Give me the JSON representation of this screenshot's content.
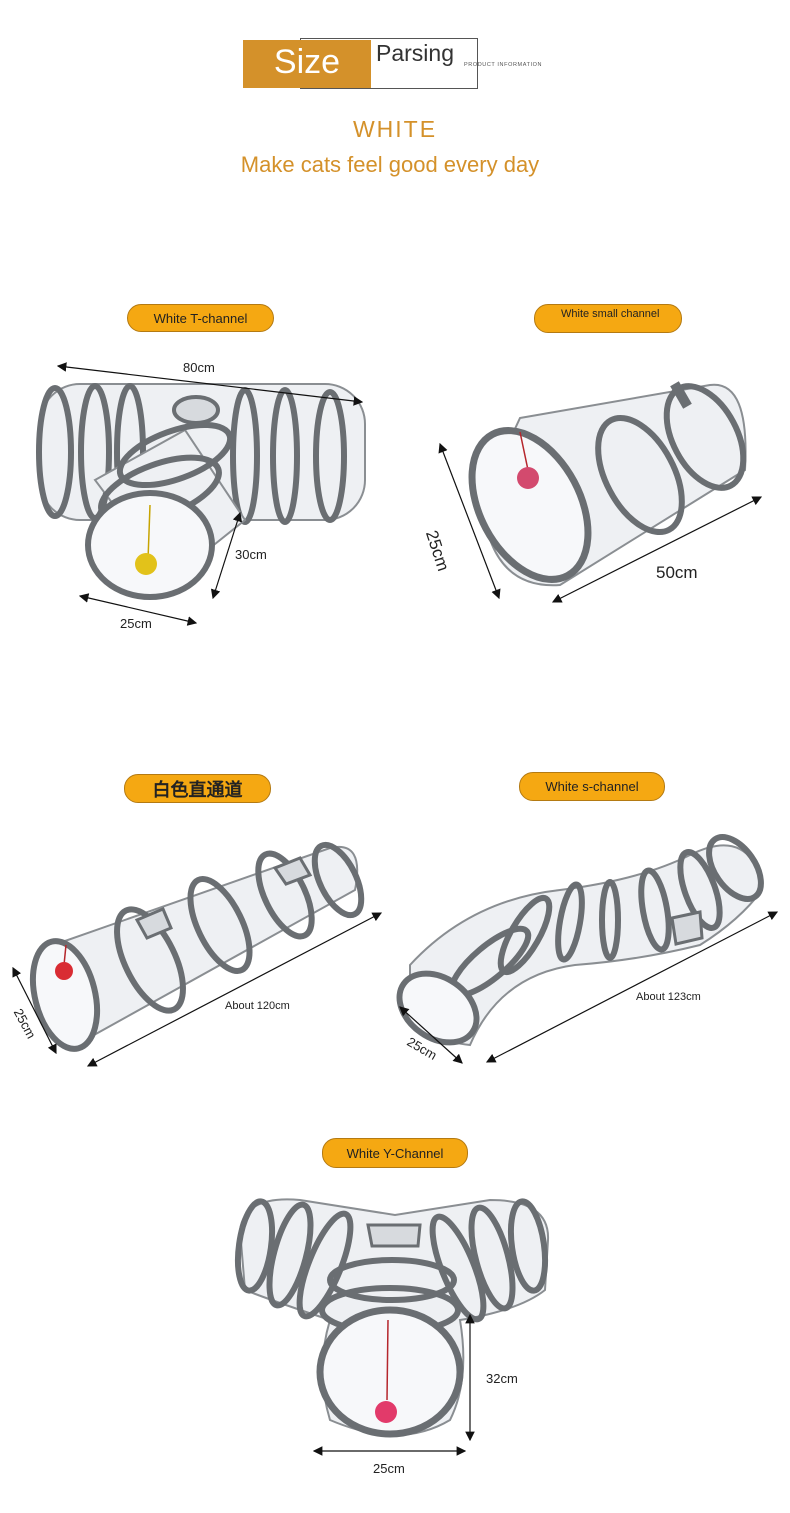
{
  "header": {
    "size_word": "Size",
    "parsing_word": "Parsing",
    "product_info": "PRODUCT INFORMATION",
    "color_name": "WHITE",
    "tagline": "Make cats feel good every day"
  },
  "products": [
    {
      "label": "White T-channel",
      "dimensions": [
        "80cm",
        "30cm",
        "25cm"
      ]
    },
    {
      "label": "White small channel",
      "dimensions": [
        "25cm",
        "50cm"
      ]
    },
    {
      "label": "白色直通道",
      "dimensions": [
        "25cm",
        "About 120cm"
      ]
    },
    {
      "label": "White s-channel",
      "dimensions": [
        "25cm",
        "About 123cm"
      ]
    },
    {
      "label": "White Y-Channel",
      "dimensions": [
        "32cm",
        "25cm"
      ]
    }
  ],
  "colors": {
    "accent": "#d4912a",
    "pill_fill": "#f5a812",
    "tunnel_fabric": "#eef0f3",
    "tunnel_ring": "#6a6e72"
  }
}
